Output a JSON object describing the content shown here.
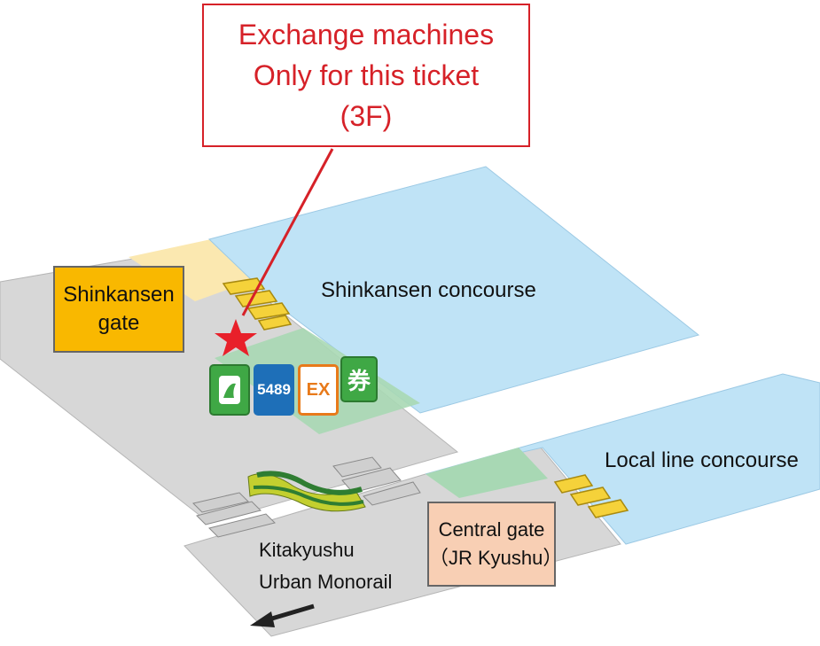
{
  "callout": {
    "line1": "Exchange machines",
    "line2": "Only for this ticket",
    "line3": "(3F)"
  },
  "labels": {
    "shinkansen_concourse": "Shinkansen concourse",
    "local_line_concourse": "Local line concourse",
    "monorail_line1": "Kitakyushu",
    "monorail_line2": "Urban Monorail"
  },
  "gates": {
    "shinkansen_line1": "Shinkansen",
    "shinkansen_line2": "gate",
    "central_line1": "Central gate",
    "central_line2": "（JR Kyushu）"
  },
  "icons": {
    "service_5489": "5489",
    "ex": "EX",
    "ticket_kanji": "券"
  },
  "colors": {
    "callout_red": "#d62128",
    "concourse_blue": "#bfe3f6",
    "floor_gray": "#d7d7d7",
    "shinkansen_gate_fill": "#f9b800",
    "central_gate_fill": "#f8cfb4",
    "machine_green_area": "#a8d8b4",
    "ticket_machine_yellow": "#f5d23a"
  }
}
